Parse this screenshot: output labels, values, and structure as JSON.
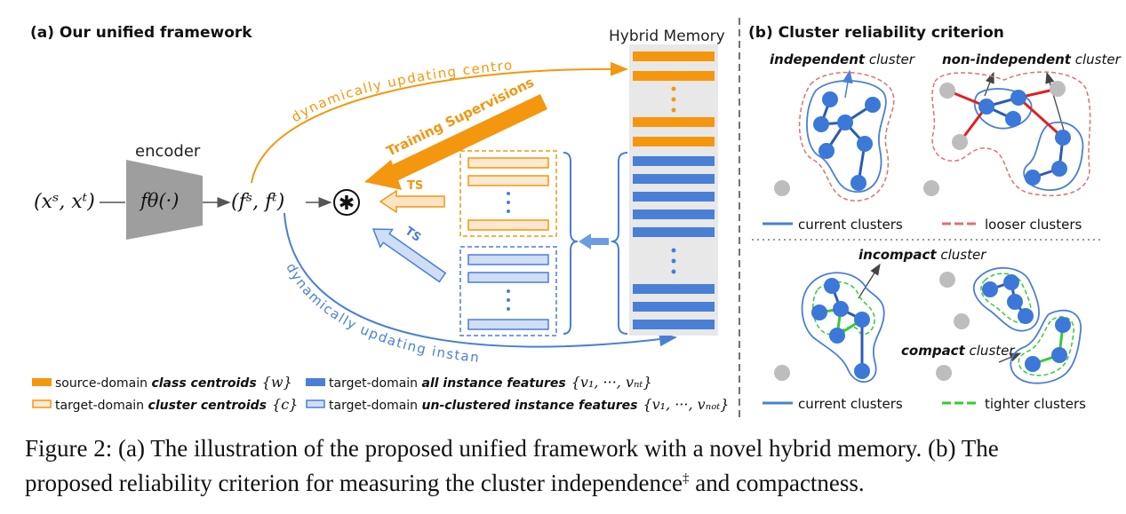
{
  "left_panel": {
    "title": "(a) Our unified framework",
    "memory_title": "Hybrid Memory",
    "encoder_label": "encoder",
    "encoder_fn": "fθ(·)",
    "input_label": "(xˢ, xᵗ)",
    "feature_label": "(fˢ, fᵗ)",
    "conv_symbol": "✱",
    "training_supervisions": "Training Supervisions",
    "ts_label": "TS",
    "update_centroid": "dynamically updating centroid",
    "update_instance": "dynamically updating instance"
  },
  "legend_left": [
    {
      "prefix": "source-domain ",
      "emph": "class centroids",
      "math": "{w}",
      "style": "solid-orange"
    },
    {
      "prefix": "target-domain ",
      "emph": "cluster centroids",
      "math": "{c}",
      "style": "outline-orange"
    },
    {
      "prefix": "target-domain ",
      "emph": "all instance features",
      "math": "{v₁, ···, vₙₜ}",
      "style": "solid-blue"
    },
    {
      "prefix": "target-domain ",
      "emph": "un-clustered instance features",
      "math": "{v₁, ···, vₙₒₜ}",
      "style": "outline-blue"
    }
  ],
  "right_panel": {
    "title": "(b) Cluster reliability criterion",
    "top": {
      "label1_emph": "independent",
      "label1_rest": " cluster",
      "label2_emph": "non-independent",
      "label2_rest": " cluster",
      "legend_current": "current clusters",
      "legend_looser": "looser clusters"
    },
    "bottom": {
      "label1_emph": "incompact",
      "label1_rest": " cluster",
      "label2_emph": "compact",
      "label2_rest": " cluster",
      "legend_current": "current clusters",
      "legend_tighter": "tighter clusters"
    }
  },
  "caption": {
    "line1": "Figure 2: (a) The illustration of the proposed unified framework with a novel hybrid memory. (b) The",
    "line2_a": "proposed reliability criterion for measuring the cluster independence",
    "line2_sup": "‡",
    "line2_b": " and compactness."
  },
  "colors": {
    "orange": "#F5960F",
    "blue": "#4A7FD6",
    "light_blue": "#CFDDF5",
    "gray_memory": "#E8E8E8",
    "node_blue": "#3B78D8",
    "node_gray": "#BDBDBD",
    "edge_red": "#E02020",
    "edge_green": "#33CC33",
    "loose_red": "#E07070"
  }
}
